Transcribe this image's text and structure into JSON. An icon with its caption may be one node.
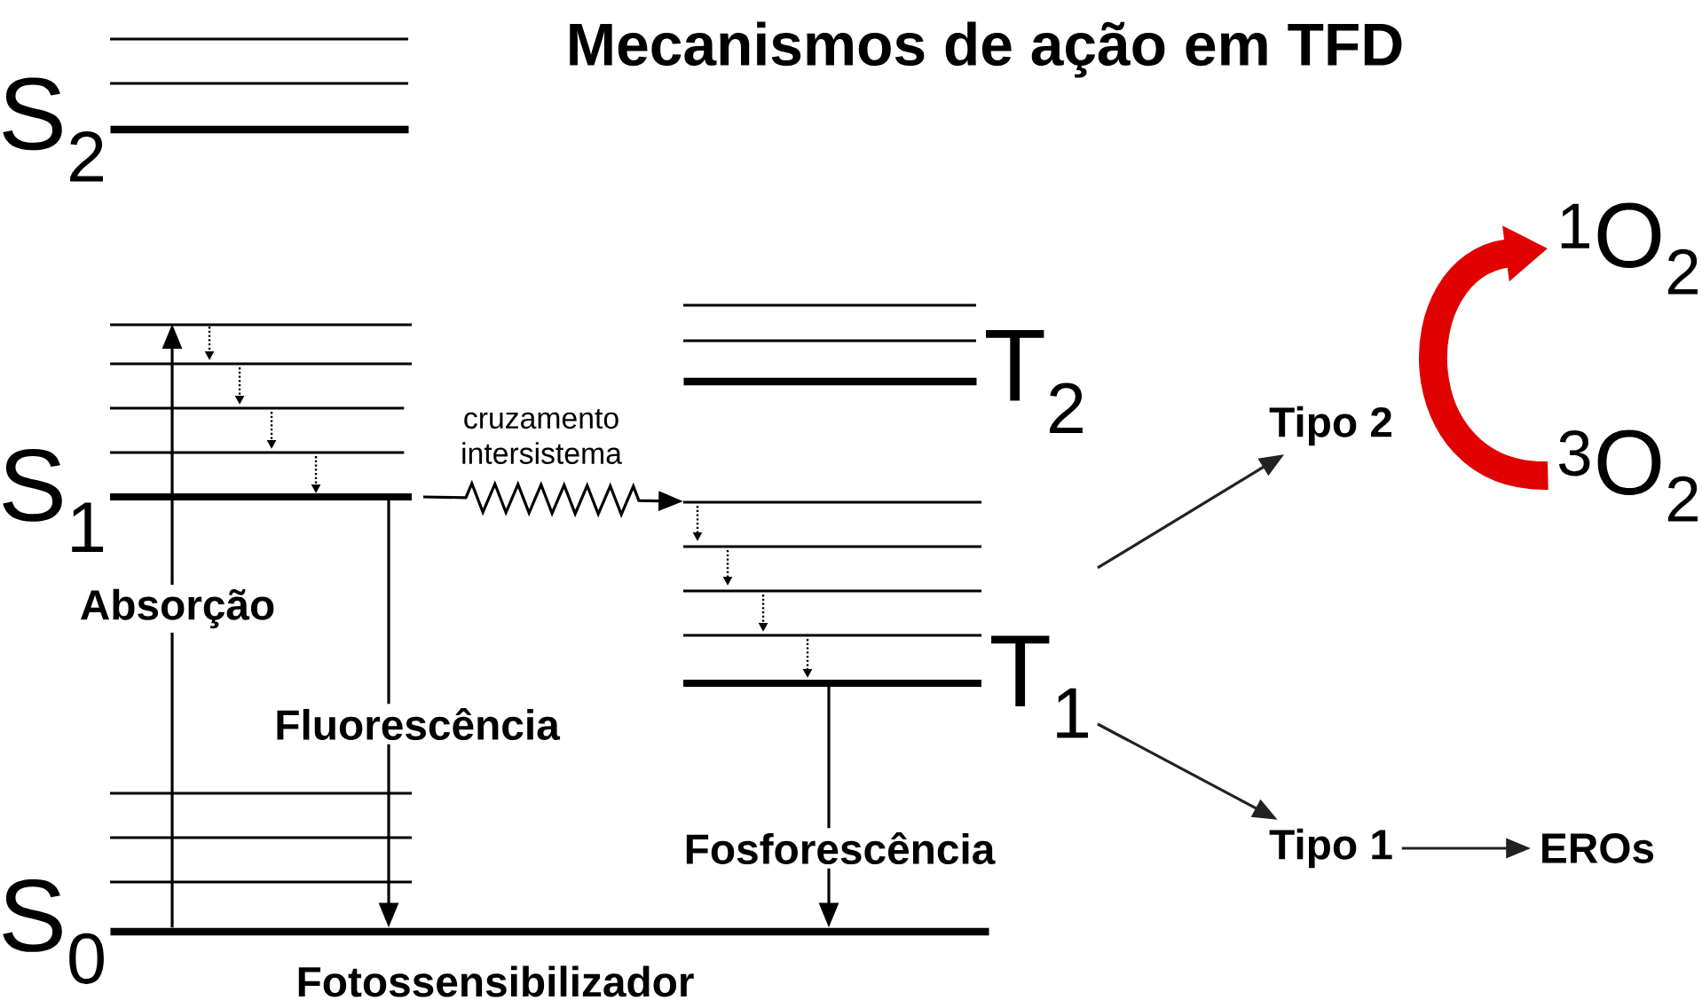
{
  "diagram": {
    "title": "Mecanismos de ação em TFD",
    "nodes": [
      {
        "text": [
          "S$_{0}$"
        ],
        "beside": [
          "Fotossensibilizador"
        ]
      },
      {
        "text": [
          "S$_{1}$"
        ]
      },
      {
        "text": [
          "T$_{1}$"
        ]
      },
      {
        "text": [
          "Tipo 2"
        ]
      },
      {
        "text": [
          "Tipo 1"
        ]
      },
      {
        "text": [
          "EROs"
        ]
      },
      {
        "text": [
          "$^{3}$O$_{2}$"
        ]
      },
      {
        "text": [
          "$^{1}$O$_{2}$"
        ]
      },
      {
        "text": [
          "S$_{2}$"
        ]
      },
      {
        "text": [
          "T$_{2}$"
        ]
      }
    ],
    "edges": [
      {
        "from": 0,
        "to": 1,
        "arrow": "to",
        "label": "Absorção"
      },
      {
        "from": 1,
        "to": 0,
        "arrow": "to",
        "label": "Fluorescência"
      },
      {
        "from": 1,
        "to": 2,
        "arrow": "to",
        "label": "cruzamento intersistema"
      },
      {
        "from": 2,
        "to": 0,
        "arrow": "to",
        "label": "Fosforescência"
      },
      {
        "from": 2,
        "to": 3,
        "arrow": "to"
      },
      {
        "from": 2,
        "to": 4,
        "arrow": "to"
      },
      {
        "from": 4,
        "to": 5,
        "arrow": "to"
      },
      {
        "from": 6,
        "to": 7,
        "arrow": "to",
        "style": "thick",
        "color": "#e00000"
      }
    ]
  }
}
